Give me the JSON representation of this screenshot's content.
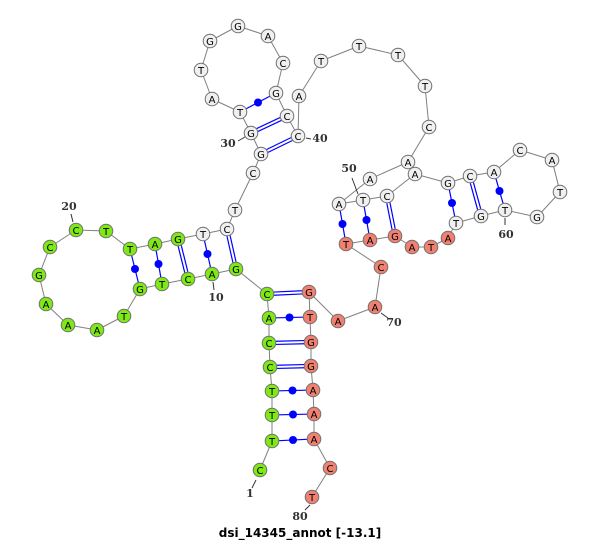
{
  "title": "dsi_14345_annot [-13.1]",
  "sequence": "CTTTCCACGACTGTAAAGCCTTAGTCTCGGTATGGACGCCATTTTCAAATCAGCACATGTGTATAGATCAAGTGGAAACT",
  "pairs": [
    [
      2,
      78
    ],
    [
      3,
      77
    ],
    [
      4,
      76
    ],
    [
      5,
      75
    ],
    [
      6,
      74
    ],
    [
      7,
      73
    ],
    [
      8,
      72
    ],
    [
      9,
      26
    ],
    [
      10,
      25
    ],
    [
      11,
      24
    ],
    [
      12,
      23
    ],
    [
      13,
      22
    ],
    [
      29,
      40
    ],
    [
      30,
      39
    ],
    [
      31,
      38
    ],
    [
      49,
      68
    ],
    [
      50,
      67
    ],
    [
      51,
      66
    ],
    [
      53,
      62
    ],
    [
      54,
      61
    ],
    [
      55,
      60
    ]
  ],
  "index_labels": [
    "1",
    "10",
    "20",
    "30",
    "40",
    "50",
    "60",
    "70",
    "80"
  ],
  "color_ranges": [
    {
      "from": 1,
      "to": 24,
      "color": "#7FE817"
    },
    {
      "from": 25,
      "to": 62,
      "color": "#F0F0F0"
    },
    {
      "from": 63,
      "to": 80,
      "color": "#F08070"
    }
  ],
  "colors": {
    "backbone": "#808080",
    "pair": "#0000FF",
    "outline": "#707070",
    "label": "#333333"
  }
}
